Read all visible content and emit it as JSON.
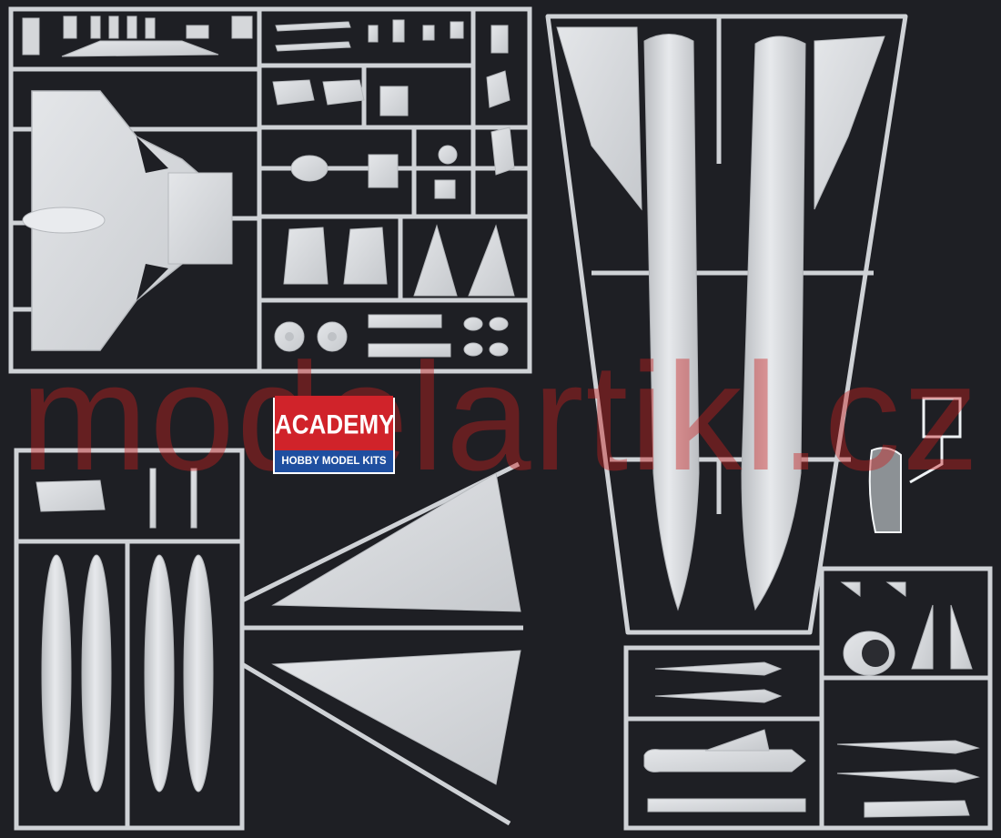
{
  "photo": {
    "subject": "plastic model kit sprues",
    "background_color": "#1e1f24",
    "plastic_color": "#d7d9dc",
    "sprue_color": "#cfd2d6",
    "clear_part_color": "#e8eef2"
  },
  "logo": {
    "brand": "ACADEMY",
    "tagline": "HOBBY MODEL KITS",
    "brand_bg": "#d0232a",
    "tagline_bg": "#1f4fa0"
  },
  "watermark": {
    "text": "modelartikl.cz",
    "color": "#c81e1e"
  }
}
